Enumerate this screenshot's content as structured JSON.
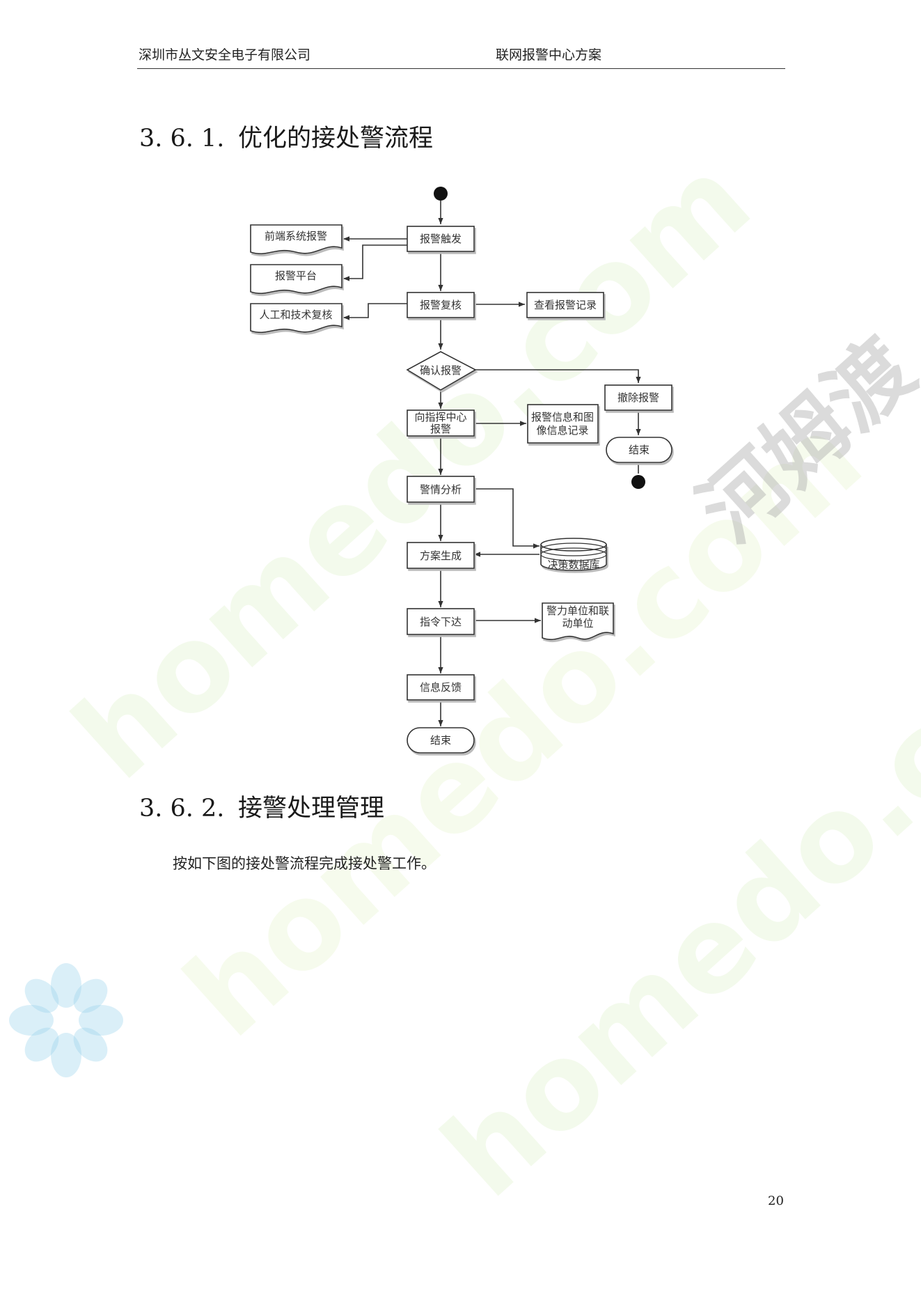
{
  "header": {
    "company": "深圳市丛文安全电子有限公司",
    "document_title": "联网报警中心方案"
  },
  "sections": [
    {
      "number": "3. 6. 1.",
      "title": "优化的接处警流程"
    },
    {
      "number": "3. 6. 2.",
      "title": "接警处理管理"
    }
  ],
  "body_text": "按如下图的接处警流程完成接处警工作。",
  "page_number": "20",
  "watermark": {
    "text": "homedo.com",
    "text_cn": "河姆渡"
  },
  "flowchart": {
    "nodes": {
      "trigger": "报警触发",
      "frontend": "前端系统报警",
      "platform": "报警平台",
      "manual_review": "人工和技术复核",
      "review": "报警复核",
      "view_records": "查看报警记录",
      "confirm": "确认报警",
      "cancel": "撤除报警",
      "end_right": "结束",
      "report_cmd_line1": "向指挥中心",
      "report_cmd_line2": "报警",
      "record_line1": "报警信息和图",
      "record_line2": "像信息记录",
      "analysis": "警情分析",
      "database": "决策数据库",
      "plan": "方案生成",
      "dispatch": "指令下达",
      "units_line1": "警力单位和联",
      "units_line2": "动单位",
      "feedback": "信息反馈",
      "end": "结束"
    },
    "colors": {
      "stroke": "#333333",
      "fill": "#ffffff",
      "terminal": "#111111"
    }
  }
}
